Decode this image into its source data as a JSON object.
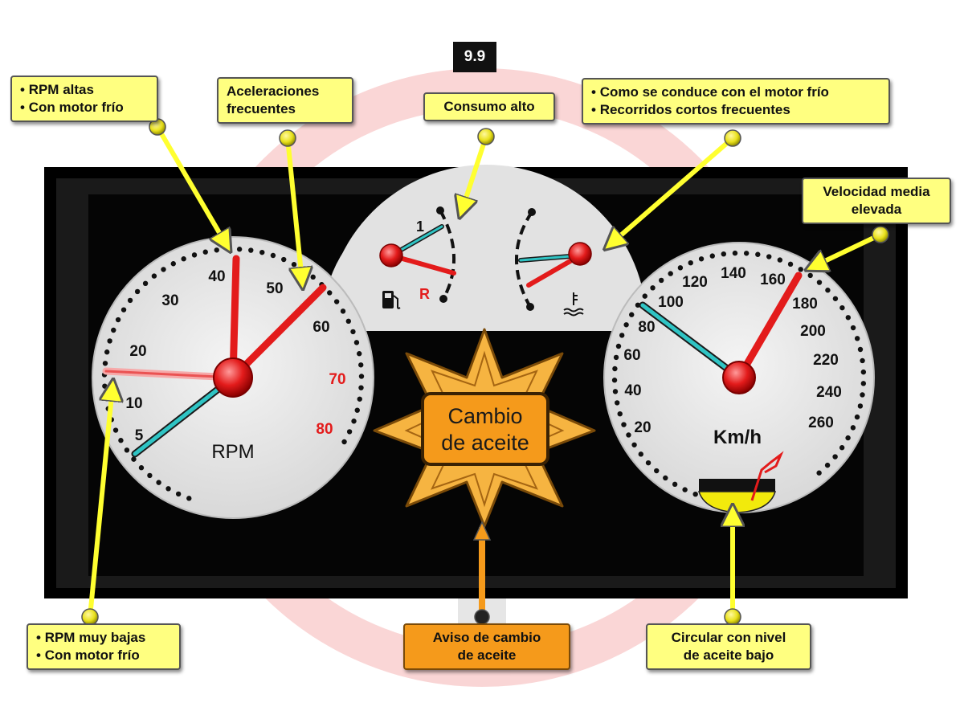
{
  "page_number": "9.9",
  "callouts": {
    "rpm_high": {
      "lines": [
        "RPM altas",
        "Con motor frío"
      ]
    },
    "accelerations": {
      "text_lines": [
        "Aceleraciones",
        "frecuentes"
      ]
    },
    "consumption": {
      "text": "Consumo alto"
    },
    "cold_engine": {
      "lines": [
        "Como se conduce con el motor frío",
        "Recorridos cortos frecuentes"
      ]
    },
    "speed": {
      "text_lines": [
        "Velocidad media",
        "elevada"
      ]
    },
    "rpm_low": {
      "lines": [
        "RPM muy bajas",
        "Con motor frío"
      ]
    },
    "oil_warning": {
      "text_lines": [
        "Aviso de cambio",
        "de aceite"
      ]
    },
    "oil_level": {
      "text_lines": [
        "Circular con nivel",
        "de aceite bajo"
      ]
    }
  },
  "tachometer": {
    "unit": "RPM",
    "labels": [
      {
        "text": "5",
        "color": "#111111"
      },
      {
        "text": "10",
        "color": "#111111"
      },
      {
        "text": "20",
        "color": "#111111"
      },
      {
        "text": "30",
        "color": "#111111"
      },
      {
        "text": "40",
        "color": "#111111"
      },
      {
        "text": "50",
        "color": "#111111"
      },
      {
        "text": "60",
        "color": "#111111"
      },
      {
        "text": "70",
        "color": "#e31b1b"
      },
      {
        "text": "80",
        "color": "#e31b1b"
      }
    ]
  },
  "speedometer": {
    "unit": "Km/h",
    "labels": [
      "20",
      "40",
      "60",
      "80",
      "100",
      "120",
      "140",
      "160",
      "180",
      "200",
      "220",
      "240",
      "260"
    ]
  },
  "center_gauges": {
    "fuel_scale_top": "1",
    "fuel_scale_reserve": "R",
    "fuel_icon": "fuel-pump-icon",
    "temp_icon": "coolant-temperature-icon"
  },
  "warning": {
    "text_lines": [
      "Cambio",
      "de aceite"
    ],
    "icon": "oil-change-warning-star-icon"
  },
  "colors": {
    "callout": "#ffff80",
    "warning_orange": "#f59a1b",
    "needle_red": "#e31b1b",
    "needle_cyan": "#2fc4c4"
  }
}
